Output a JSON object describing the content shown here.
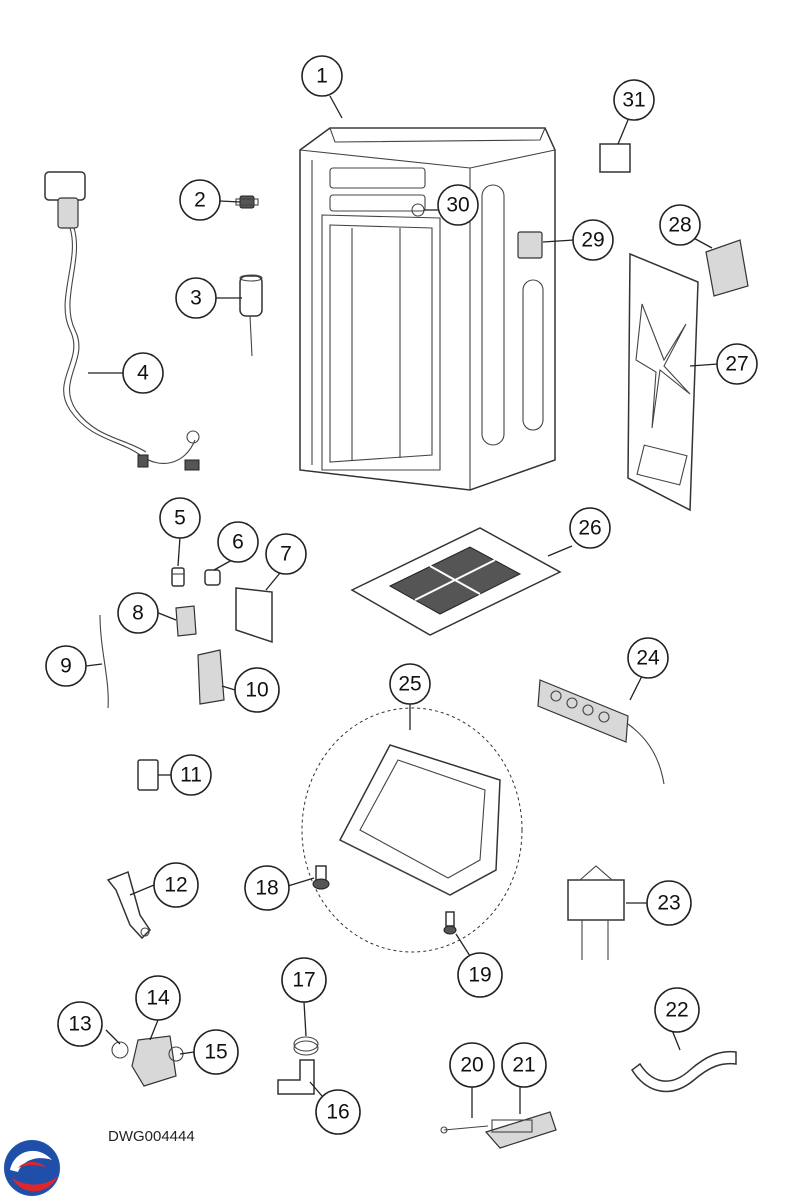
{
  "drawing_code": "DWG004444",
  "logo": {
    "name": "brand-logo",
    "colors": {
      "blue": "#1f4fa8",
      "red": "#e0252b"
    }
  },
  "callouts": [
    {
      "id": "1",
      "label": "1"
    },
    {
      "id": "2",
      "label": "2"
    },
    {
      "id": "3",
      "label": "3"
    },
    {
      "id": "4",
      "label": "4"
    },
    {
      "id": "5",
      "label": "5"
    },
    {
      "id": "6",
      "label": "6"
    },
    {
      "id": "7",
      "label": "7"
    },
    {
      "id": "8",
      "label": "8"
    },
    {
      "id": "9",
      "label": "9"
    },
    {
      "id": "10",
      "label": "10"
    },
    {
      "id": "11",
      "label": "11"
    },
    {
      "id": "12",
      "label": "12"
    },
    {
      "id": "13",
      "label": "13"
    },
    {
      "id": "14",
      "label": "14"
    },
    {
      "id": "15",
      "label": "15"
    },
    {
      "id": "16",
      "label": "16"
    },
    {
      "id": "17",
      "label": "17"
    },
    {
      "id": "18",
      "label": "18"
    },
    {
      "id": "19",
      "label": "19"
    },
    {
      "id": "20",
      "label": "20"
    },
    {
      "id": "21",
      "label": "21"
    },
    {
      "id": "22",
      "label": "22"
    },
    {
      "id": "23",
      "label": "23"
    },
    {
      "id": "24",
      "label": "24"
    },
    {
      "id": "25",
      "label": "25"
    },
    {
      "id": "26",
      "label": "26"
    },
    {
      "id": "27",
      "label": "27"
    },
    {
      "id": "28",
      "label": "28"
    },
    {
      "id": "29",
      "label": "29"
    },
    {
      "id": "30",
      "label": "30"
    },
    {
      "id": "31",
      "label": "31"
    }
  ]
}
